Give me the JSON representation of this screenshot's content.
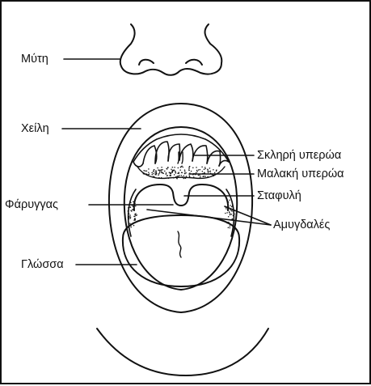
{
  "labels": {
    "nose": "Μύτη",
    "lips": "Χείλη",
    "hard_palate": "Σκληρή υπερώα",
    "soft_palate": "Μαλακή υπερώα",
    "pharynx": "Φάρυγγας",
    "uvula": "Σταφυλή",
    "tonsils": "Αμυγδαλές",
    "tongue": "Γλώσσα"
  }
}
